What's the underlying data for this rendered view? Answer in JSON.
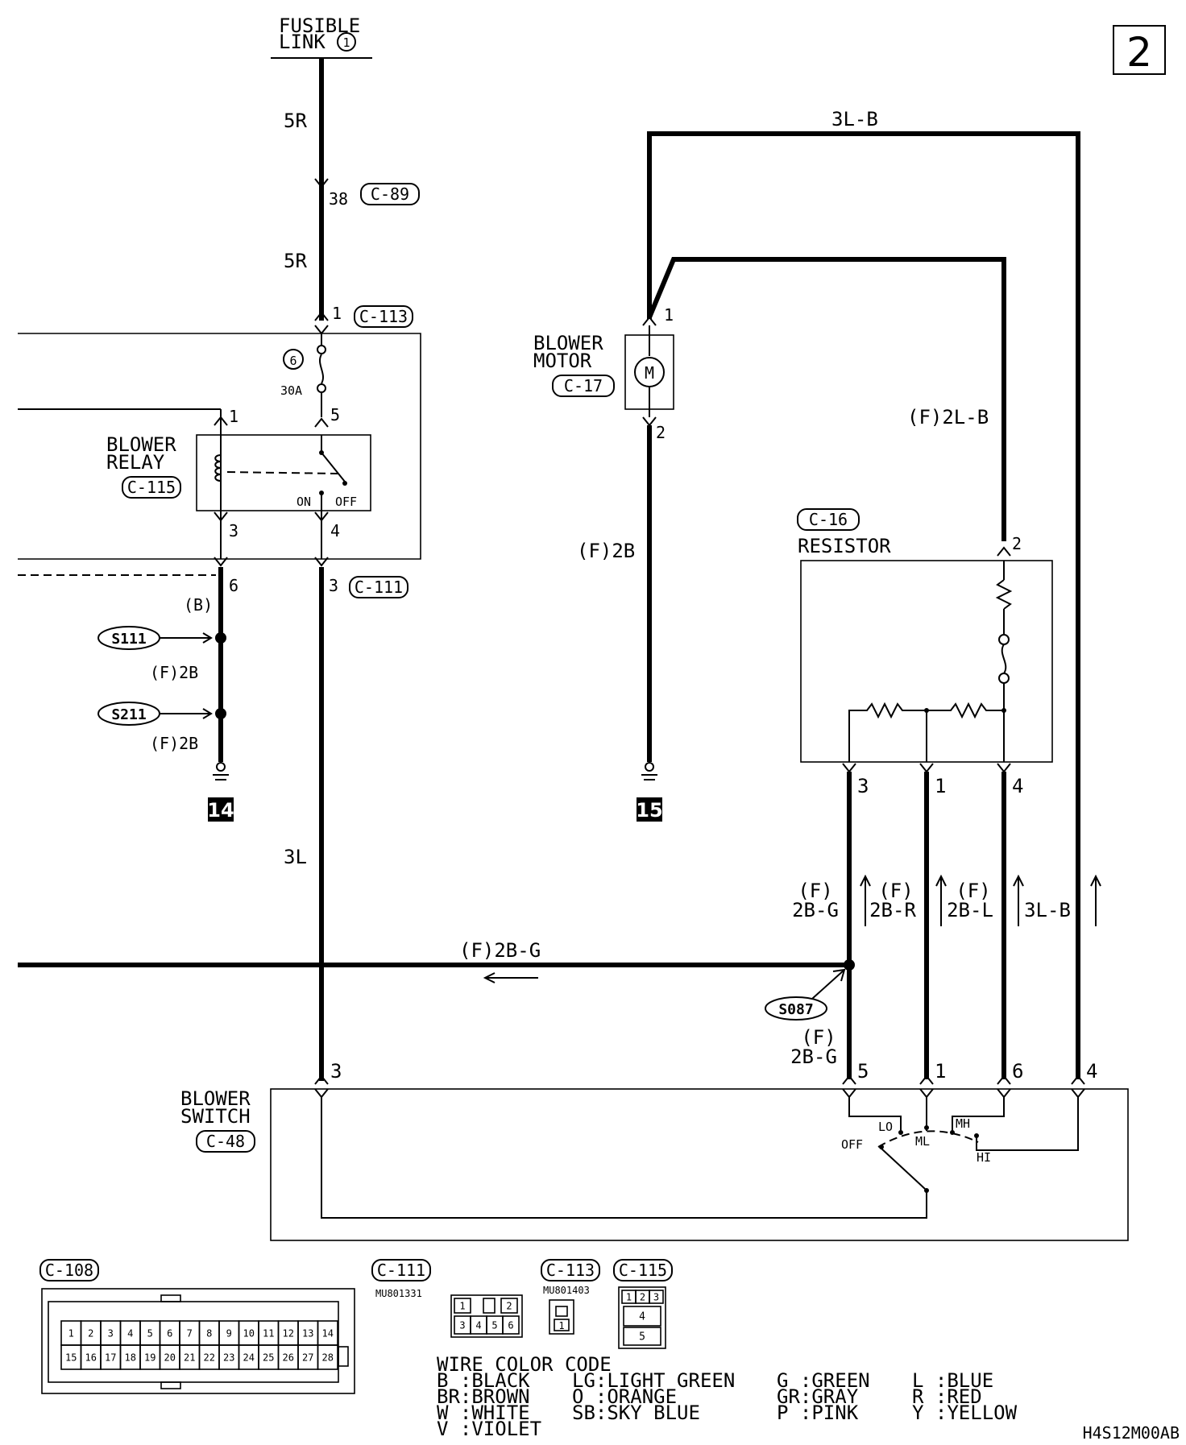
{
  "page_number": "2",
  "diagram_code": "H4S12M00AB",
  "fusible_link": {
    "line1": "FUSIBLE",
    "line2": "LINK",
    "num": "1"
  },
  "wire_labels": {
    "w5r_a": "5R",
    "w5r_b": "5R",
    "w3lb_top": "3L-B",
    "w2lb": "(F)2L-B",
    "w2b_motor": "(F)2B",
    "w_b": "(B)",
    "w2b_s111": "(F)2B",
    "w2b_s211": "(F)2B",
    "w3l": "3L",
    "w2bg_horiz": "(F)2B-G",
    "w2bg_col": {
      "f": "(F)",
      "c": "2B-G"
    },
    "w2br_col": {
      "f": "(F)",
      "c": "2B-R"
    },
    "w2bl_col": {
      "f": "(F)",
      "c": "2B-L"
    },
    "w3lb_col": "3L-B",
    "w2bg_low": {
      "f": "(F)",
      "c": "2B-G"
    }
  },
  "connectors": {
    "c89": "C-89",
    "c113": "C-113",
    "c115": "C-115",
    "c111": "C-111",
    "c17": "C-17",
    "c16": "C-16",
    "c48": "C-48",
    "c108": "C-108"
  },
  "pins": {
    "p38": "38",
    "p1_c113": "1",
    "p5": "5",
    "p4": "4",
    "p3_c111": "3",
    "relay_p1": "1",
    "relay_p3": "3",
    "p6": "6",
    "motor_p1": "1",
    "motor_p2": "2",
    "res_p2": "2",
    "res_p3": "3",
    "res_p1": "1",
    "res_p4": "4",
    "sw_p3": "3",
    "sw_p5": "5",
    "sw_p1": "1",
    "sw_p6": "6",
    "sw_p4": "4"
  },
  "fuse": {
    "num": "6",
    "rating": "30A"
  },
  "relay": {
    "line1": "BLOWER",
    "line2": "RELAY",
    "on": "ON",
    "off": "OFF"
  },
  "motor": {
    "line1": "BLOWER",
    "line2": "MOTOR",
    "symbol": "M"
  },
  "resistor": {
    "label": "RESISTOR"
  },
  "splices": {
    "s111": "S111",
    "s211": "S211",
    "s087": "S087"
  },
  "grounds": {
    "g14": "14",
    "g15": "15"
  },
  "blower_switch": {
    "line1": "BLOWER",
    "line2": "SWITCH",
    "pos_off": "OFF",
    "pos_lo": "LO",
    "pos_ml": "ML",
    "pos_mh": "MH",
    "pos_hi": "HI"
  },
  "connector_views": {
    "c111_part": "MU801331",
    "c113_part": "MU801403",
    "c108_row1": [
      "1",
      "2",
      "3",
      "4",
      "5",
      "6",
      "7",
      "8",
      "9",
      "10",
      "11",
      "12",
      "13",
      "14"
    ],
    "c108_row2": [
      "15",
      "16",
      "17",
      "18",
      "19",
      "20",
      "21",
      "22",
      "23",
      "24",
      "25",
      "26",
      "27",
      "28"
    ],
    "c111_row1": [
      "1",
      "2"
    ],
    "c111_row2": [
      "3",
      "4",
      "5",
      "6"
    ],
    "c113_pin": "1",
    "c115_row1": [
      "1",
      "2",
      "3"
    ],
    "c115_mid": "4",
    "c115_bot": "5"
  },
  "color_code": {
    "title": "WIRE COLOR CODE",
    "col1": [
      "B :BLACK",
      "BR:BROWN",
      "W :WHITE",
      "V :VIOLET"
    ],
    "col2": [
      "LG:LIGHT GREEN",
      "O :ORANGE",
      "SB:SKY BLUE"
    ],
    "col3": [
      "G :GREEN",
      "GR:GRAY",
      "P :PINK"
    ],
    "col4": [
      "L :BLUE",
      "R :RED",
      "Y :YELLOW"
    ]
  }
}
